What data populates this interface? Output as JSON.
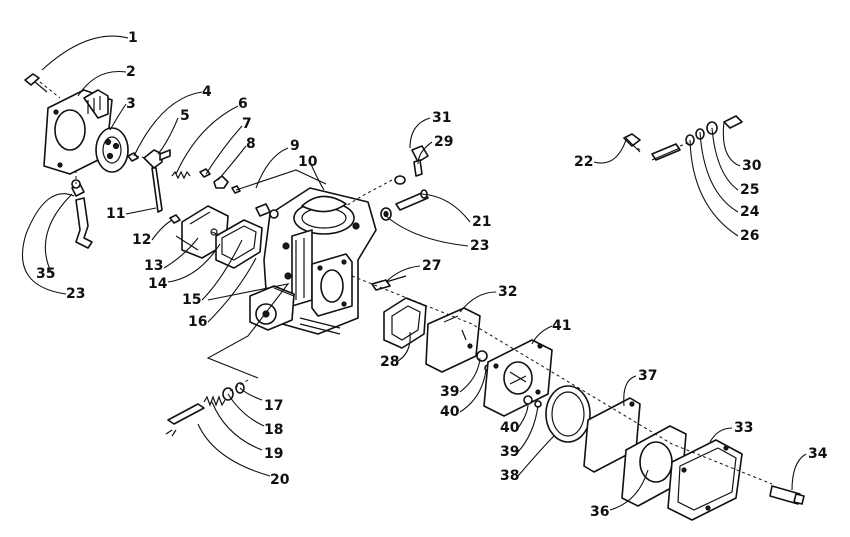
{
  "diagram": {
    "callouts": {
      "c1": "1",
      "c2": "2",
      "c3": "3",
      "c4": "4",
      "c5": "5",
      "c6": "6",
      "c7": "7",
      "c8": "8",
      "c9": "9",
      "c10": "10",
      "c11": "11",
      "c12": "12",
      "c13": "13",
      "c14": "14",
      "c15": "15",
      "c16": "16",
      "c17": "17",
      "c18": "18",
      "c19": "19",
      "c20": "20",
      "c21": "21",
      "c22": "22",
      "c23a": "23",
      "c23b": "23",
      "c24": "24",
      "c25": "25",
      "c26": "26",
      "c27": "27",
      "c28": "28",
      "c29": "29",
      "c30": "30",
      "c31": "31",
      "c32": "32",
      "c33": "33",
      "c34": "34",
      "c35": "35",
      "c36": "36",
      "c37": "37",
      "c38": "38",
      "c39a": "39",
      "c39b": "39",
      "c40a": "40",
      "c40b": "40",
      "c41": "41"
    }
  }
}
